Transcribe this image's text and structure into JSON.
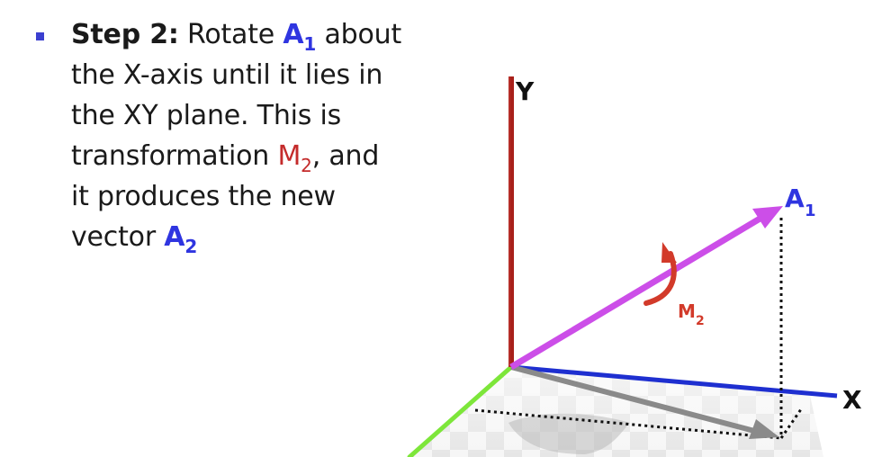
{
  "bullet": {
    "step_label": "Step 2:",
    "text_1": " Rotate ",
    "vector_a1": "A",
    "vector_a1_sub": "1",
    "text_2": " about the X-axis until it lies in the XY plane. This is transformation ",
    "matrix_m2": "M",
    "matrix_m2_sub": "2",
    "text_3": ", and it produces the new vector ",
    "vector_a2": "A",
    "vector_a2_sub": "2"
  },
  "diagram": {
    "y_axis_label": "Y",
    "x_axis_label": "X",
    "vector_label": "A",
    "vector_label_sub": "1",
    "rotation_label": "M",
    "rotation_label_sub": "2"
  },
  "colors": {
    "y_axis": "#a8201a",
    "x_axis": "#1e2fd0",
    "z_axis": "#7de63a",
    "vector_a1": "#cc4ee8",
    "projection": "#8a8a8a",
    "rotation_arrow": "#d23a2a",
    "text_blue": "#2f35e0",
    "text_red": "#c42b2b"
  }
}
